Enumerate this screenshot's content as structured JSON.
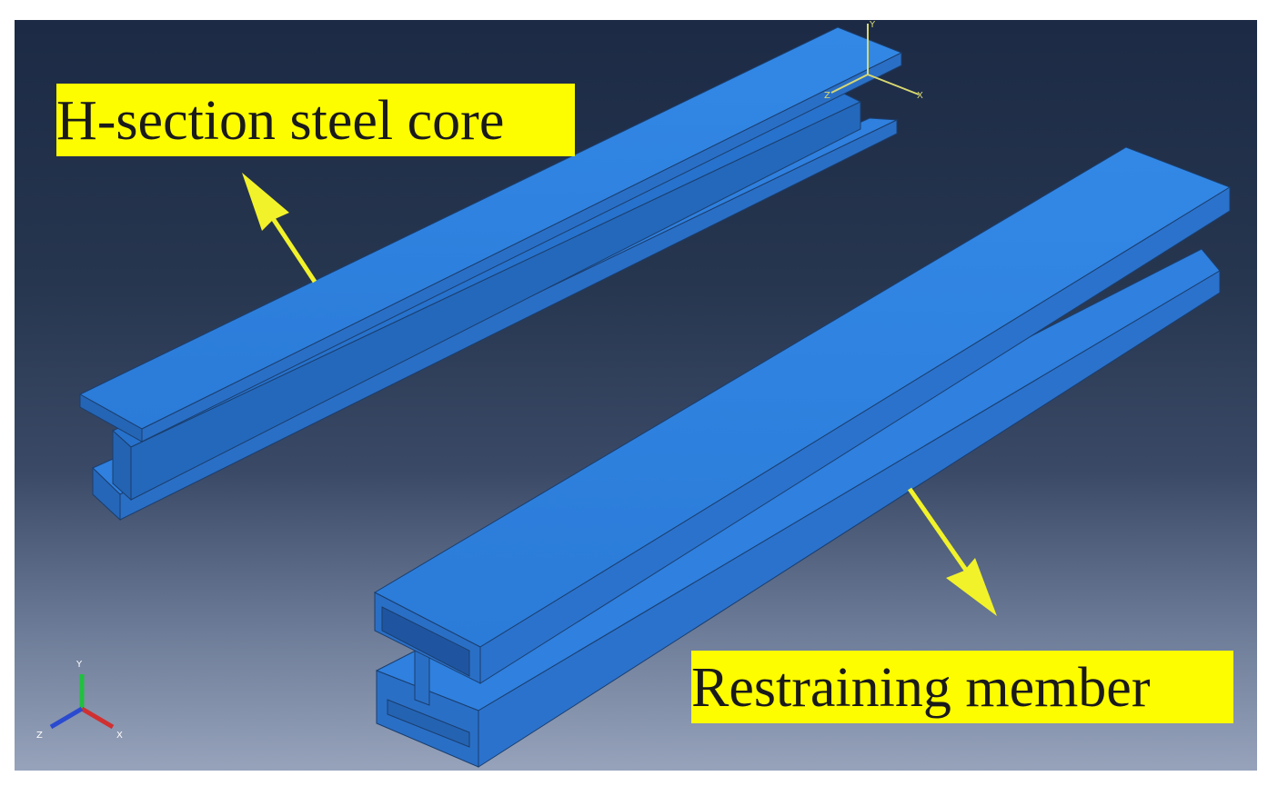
{
  "labels": {
    "core": "H-section steel core",
    "restraining": "Restraining member"
  },
  "triads": {
    "global": {
      "x": "X",
      "y": "Y",
      "z": "Z"
    },
    "local": {
      "x": "X",
      "y": "Y",
      "z": "Z"
    }
  },
  "colors": {
    "steel_blue": "#2f7fdc",
    "label_bg": "#fdfd00",
    "arrow": "#f2f22a",
    "bg_top": "#1c2a45",
    "bg_bottom": "#97a3bb"
  },
  "icons": [
    "global-axis-triad-icon",
    "local-axis-triad-icon"
  ]
}
